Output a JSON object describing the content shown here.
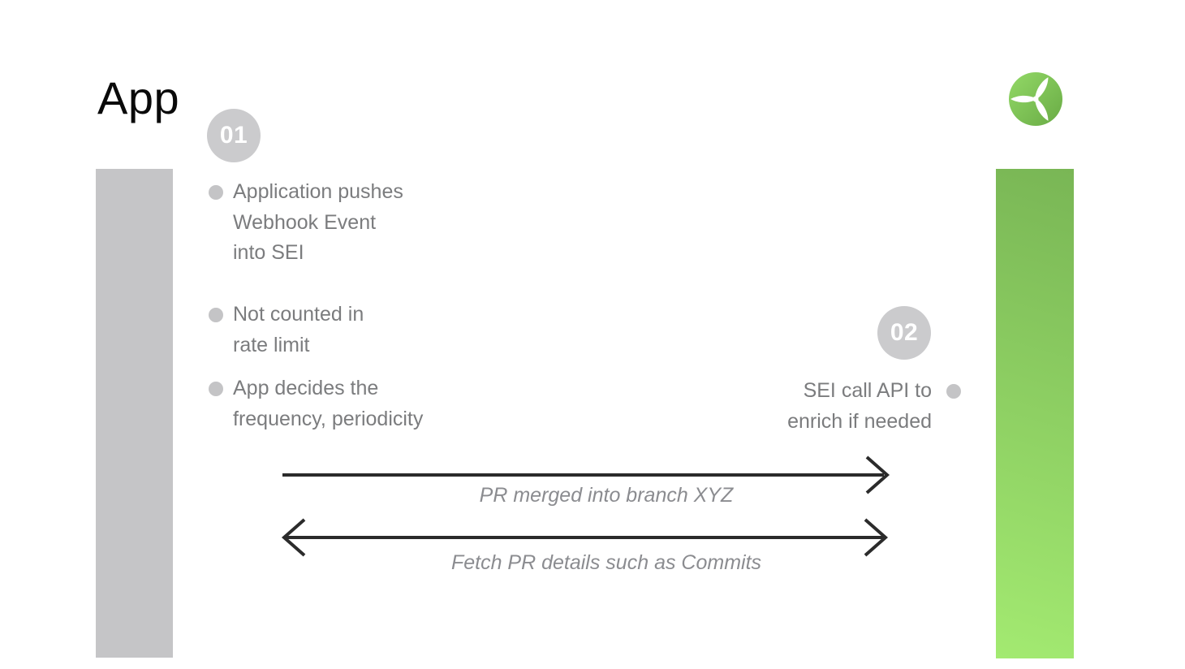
{
  "title": "App",
  "steps": {
    "one": "01",
    "two": "02"
  },
  "left_notes": [
    {
      "text": "Application pushes\nWebhook Event\ninto SEI"
    },
    {
      "text": "Not counted in\nrate limit"
    },
    {
      "text": "App decides the\nfrequency, periodicity"
    }
  ],
  "right_note": {
    "text": "SEI call API to\nenrich if needed"
  },
  "arrows": {
    "forward_label": "PR merged into branch XYZ",
    "backward_label": "Fetch PR details such as Commits"
  },
  "icons": {
    "logo": "propeller-logo"
  },
  "colors": {
    "background": "#ffffff",
    "title_text": "#0a0a0a",
    "note_text": "#7b7c7e",
    "label_text": "#8b8c90",
    "bullet_dot": "#c4c4c6",
    "badge_gray": "#cbcbcd",
    "left_bar_gray": "#c5c5c7",
    "right_bar_green_top": "#79b655",
    "right_bar_green_bottom": "#a3ea71",
    "logo_green_light": "#93d967",
    "logo_green_dark": "#69ab45",
    "arrow_stroke": "#2b2b2b"
  }
}
